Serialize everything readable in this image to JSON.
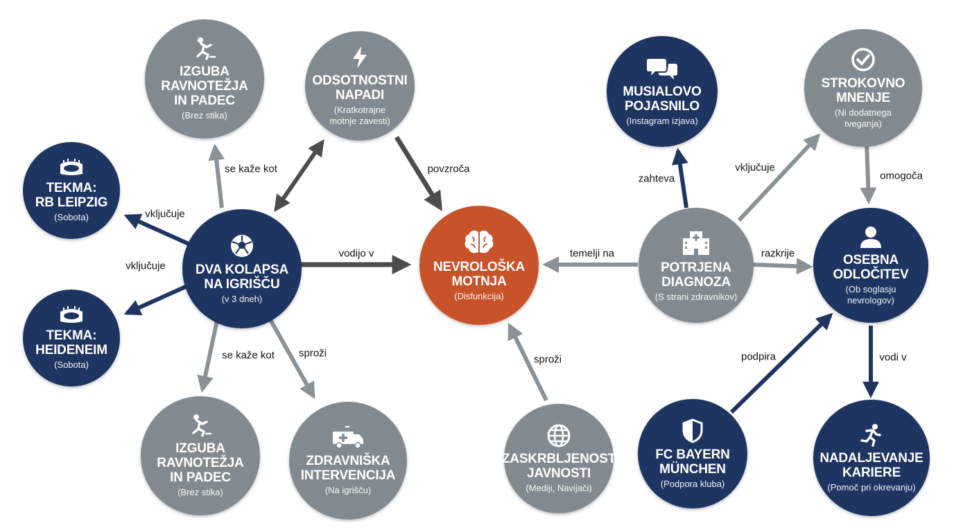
{
  "nodes": {
    "izguba_top": {
      "title": "IZGUBA\nRAVNOTEŽJA\nIN PADEC",
      "sub": "(Brez stika)",
      "icon": "falling-person-icon"
    },
    "odsotnostni": {
      "title": "ODSOTNOSTNI\nNAPADI",
      "sub": "(Kratkotrajne\nmotnje zavesti)",
      "icon": "lightning-icon"
    },
    "leipzig": {
      "title": "TEKMA:\nRB LEIPZIG",
      "sub": "(Sobota)",
      "icon": "stadium-icon"
    },
    "dva_kolapsa": {
      "title": "DVA KOLAPSA\nNA IGRIŠČU",
      "sub": "(v 3 dneh)",
      "icon": "soccer-ball-icon"
    },
    "heidenheim": {
      "title": "TEKMA:\nHEIDENEIM",
      "sub": "(Sobota)",
      "icon": "stadium-icon"
    },
    "izguba_bottom": {
      "title": "IZGUBA\nRAVNOTEŽJA\nIN PADEC",
      "sub": "(Brez stika)",
      "icon": "falling-person-icon"
    },
    "zdravniska": {
      "title": "ZDRAVNIŠKA\nINTERVENCIJA",
      "sub": "(Na igrišču)",
      "icon": "ambulance-icon"
    },
    "nevroloska": {
      "title": "NEVROLOŠKA\nMOTNJA",
      "sub": "(Disfunkcija)",
      "icon": "brain-icon"
    },
    "zaskrbljenost": {
      "title": "ZASKRBLJENOST\nJAVNOSTI",
      "sub": "(Mediji, Navijači)",
      "icon": "globe-icon"
    },
    "musialovo": {
      "title": "MUSIALOVO\nPOJASNILO",
      "sub": "(Instagram izjava)",
      "icon": "chat-bubbles-icon"
    },
    "potrjena": {
      "title": "POTRJENA\nDIAGNOZA",
      "sub": "(S strani zdravnikov)",
      "icon": "hospital-icon"
    },
    "strokovno": {
      "title": "STROKOVNO\nMNENJE",
      "sub": "(Ni dodatnega\ntveganja)",
      "icon": "check-circle-icon"
    },
    "osebna": {
      "title": "OSEBNA\nODLOČITEV",
      "sub": "(Ob soglasju\nnevrologov)",
      "icon": "person-icon"
    },
    "fcbayern": {
      "title": "FC BAYERN\nMÜNCHEN",
      "sub": "(Podpora kluba)",
      "icon": "shield-icon"
    },
    "nadaljevanje": {
      "title": "NADALJEVANJE\nKARIERE",
      "sub": "(Pomoč pri okrevanju)",
      "icon": "running-person-icon"
    }
  },
  "edges": {
    "se_kaze_kot_top": "se kaže kot",
    "vkljucuje_leipzig": "vključuje",
    "vkljucuje_heidenheim": "vključuje",
    "vodijo_v": "vodijo v",
    "povzroca": "povzroča",
    "se_kaze_kot_bottom": "se kaže kot",
    "sprozi_left": "sproži",
    "temelji_na": "temelji na",
    "sprozi_right": "sproži",
    "zahteva": "zahteva",
    "vkljucuje_right": "vključuje",
    "razkrije": "razkrije",
    "omogoca": "omogoča",
    "podpira": "podpira",
    "vodi_v": "vodi v"
  },
  "colors": {
    "navy": "#1e3461",
    "gray": "#818a90",
    "orange": "#c8522a",
    "arrow_dark": "#4d4d4d",
    "arrow_gray": "#8a9297"
  }
}
